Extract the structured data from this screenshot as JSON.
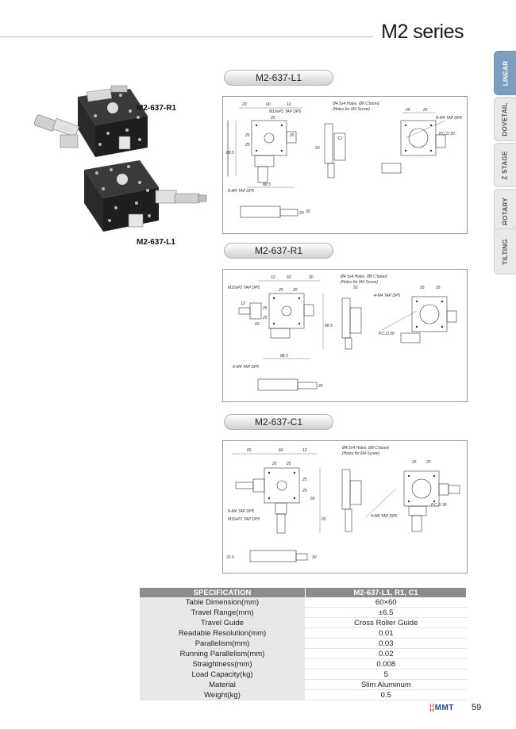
{
  "header": {
    "series_title": "M2 series"
  },
  "side_tabs": [
    {
      "label": "LINEAR",
      "active": true
    },
    {
      "label": "DOVETAIL",
      "active": false
    },
    {
      "label": "Z STAGE",
      "active": false
    },
    {
      "label": "ROTARY",
      "active": false
    },
    {
      "label": "TILTING",
      "active": false
    }
  ],
  "photo": {
    "label_top": "M2-637-R1",
    "label_bottom": "M2-637-L1"
  },
  "sections": [
    {
      "model": "M2-637-L1",
      "notes": {
        "hole_note_1": "Ø4.5x4 Holes, Ø8 C'bored",
        "hole_note_2": "(Holes for M4 Screw)",
        "tap_top": "M16xP1 TAP DP5",
        "tap_bottom": "8-M4 TAP DP5",
        "tap_right": "8-M4 TAP DP5",
        "pcd": "P.C.D 30",
        "dims": [
          "20",
          "60",
          "12",
          "25",
          "25",
          "25",
          "25",
          "88.5",
          "88.5",
          "50",
          "20",
          "25",
          "25",
          "30"
        ]
      }
    },
    {
      "model": "M2-637-R1",
      "notes": {
        "hole_note_1": "Ø4.5x4 Holes, Ø8 C'bored",
        "hole_note_2": "(Holes for M4 Screw)",
        "tap_top": "M16xP1 TAP DP5",
        "tap_bottom": "8-M4 TAP DP5",
        "tap_right": "4-M4 TAP DP5",
        "pcd": "P.C.D 30",
        "dims": [
          "12",
          "60",
          "20",
          "25",
          "25",
          "12",
          "25",
          "25",
          "60",
          "88.5",
          "88.5",
          "20",
          "25",
          "25",
          "50"
        ]
      }
    },
    {
      "model": "M2-637-C1",
      "notes": {
        "hole_note_1": "Ø4.5x4 Holes, Ø8 C'bored",
        "hole_note_2": "(Holes for M4 Screw)",
        "tap_top": "8-M4 TAP DP5",
        "tap_bottom": "M16xP1 TAP DP5",
        "tap_right": "4-M4 TAP DP5",
        "pcd": "P.C.D 30",
        "dims": [
          "65",
          "60",
          "12",
          "25",
          "25",
          "25",
          "25",
          "60",
          "65",
          "25",
          "25",
          "30",
          "31.5"
        ]
      }
    }
  ],
  "spec_table": {
    "header": [
      "SPECIFICATION",
      "M2-637-L1, R1, C1"
    ],
    "rows": [
      [
        "Table Dimension(mm)",
        "60×60"
      ],
      [
        "Travel Range(mm)",
        "±6.5"
      ],
      [
        "Travel Guide",
        "Cross Roller Guide"
      ],
      [
        "Readable Resolution(mm)",
        "0.01"
      ],
      [
        "Parallelism(mm)",
        "0.03"
      ],
      [
        "Running Parallelism(mm)",
        "0.02"
      ],
      [
        "Straightness(mm)",
        "0.008"
      ],
      [
        "Load Capacity(kg)",
        "5"
      ],
      [
        "Material",
        "Slim Aluminum"
      ],
      [
        "Weight(kg)",
        "0.5"
      ]
    ]
  },
  "footer": {
    "logo_mark": "¦¦",
    "logo_text": "MMT",
    "page_number": "59"
  },
  "colors": {
    "tab_active": "#7d9fbf",
    "table_header": "#8c8c8c",
    "logo_blue": "#25488f",
    "logo_red": "#e03a2f"
  }
}
